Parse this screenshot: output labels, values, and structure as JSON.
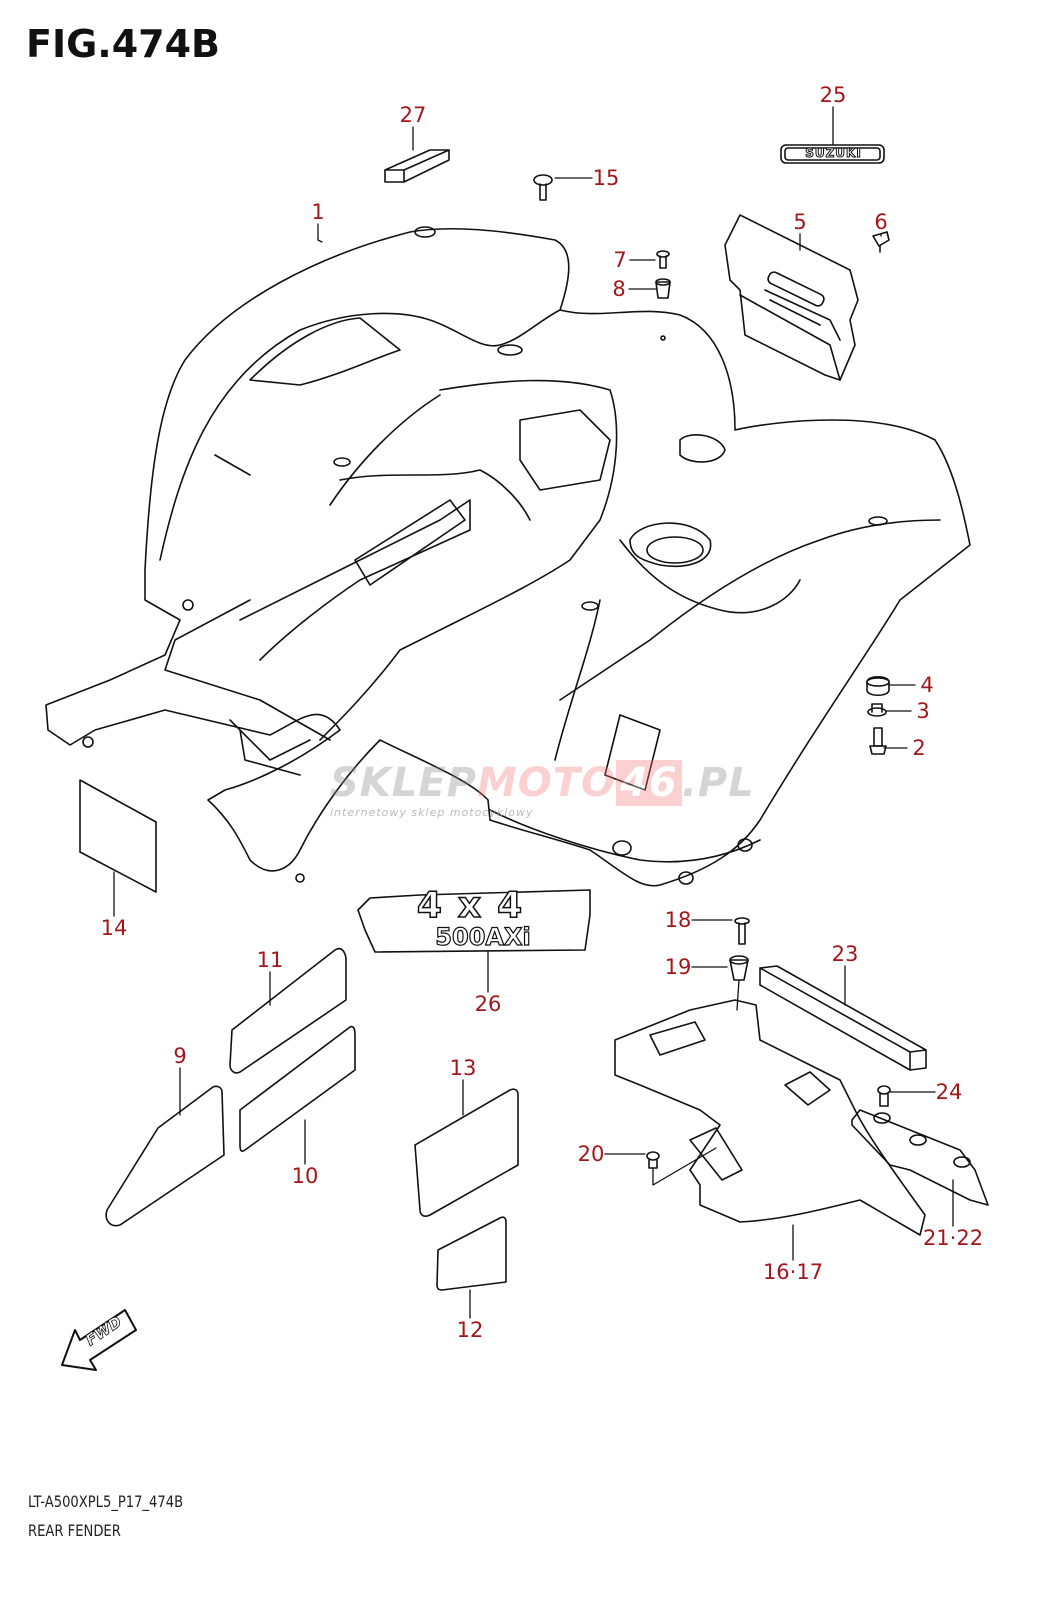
{
  "figure": {
    "title": "FIG.474B",
    "code": "LT-A500XPL5_P17_474B",
    "name": "REAR FENDER"
  },
  "callouts": [
    "1",
    "2",
    "3",
    "4",
    "5",
    "6",
    "7",
    "8",
    "9",
    "10",
    "11",
    "12",
    "13",
    "14",
    "15",
    "16·17",
    "18",
    "19",
    "20",
    "21·22",
    "23",
    "24",
    "25",
    "26",
    "27"
  ],
  "decals": {
    "brand": "SUZUKI",
    "model_top": "4x4",
    "model_bottom": "500AXi"
  },
  "direction_arrow": "FWD",
  "watermark": {
    "main_gray": "SKLEP",
    "main_pink": "MOTO",
    "main_box": "46",
    "main_tail": ".PL",
    "tagline": "internetowy sklep motocyklowy"
  },
  "colors": {
    "callout": "#a3171b",
    "line": "#111111"
  }
}
